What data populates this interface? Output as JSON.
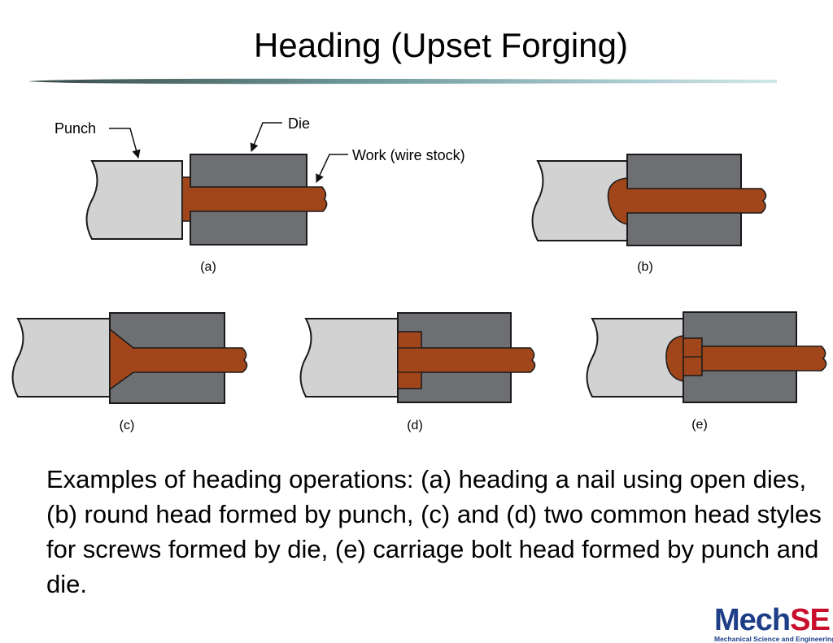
{
  "slide": {
    "title": "Heading (Upset Forging)",
    "caption": "Examples of heading operations: (a)  heading a nail using open dies, (b) round head formed by punch, (c) and (d) two common head styles for screws formed by die, (e) carriage bolt head formed by punch and die."
  },
  "diagram": {
    "labels": {
      "punch": "Punch",
      "die": "Die",
      "work": "Work (wire stock)"
    },
    "panels": [
      {
        "id": "a",
        "label": "(a)"
      },
      {
        "id": "b",
        "label": "(b)"
      },
      {
        "id": "c",
        "label": "(c)"
      },
      {
        "id": "d",
        "label": "(d)"
      },
      {
        "id": "e",
        "label": "(e)"
      }
    ],
    "colors": {
      "punch": "#d2d2d2",
      "die": "#6e6f73",
      "work": "#a0461a",
      "outline": "#1a1a1a"
    }
  },
  "logo": {
    "mech": "Mech",
    "se": "SE",
    "subtitle": "Mechanical Science and Engineering"
  }
}
